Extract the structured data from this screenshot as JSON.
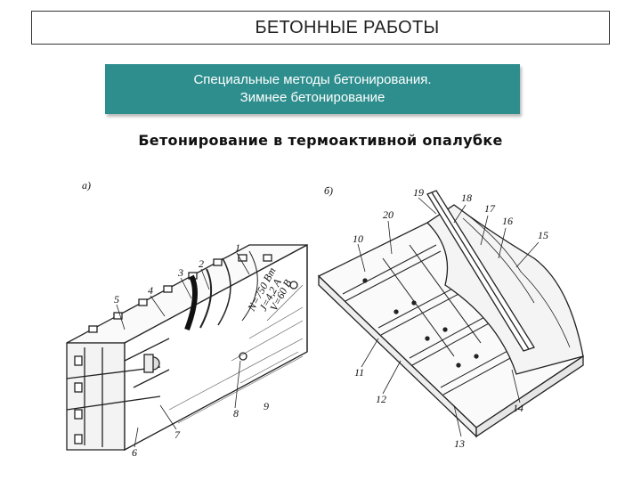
{
  "header": {
    "title": "БЕТОННЫЕ РАБОТЫ"
  },
  "banner": {
    "line1": "Специальные методы бетонирования.",
    "line2": "Зимнее  бетонирование"
  },
  "subtitle": "Бетонирование в термоактивной опалубке",
  "figure": {
    "left_panel": {
      "label": "а)",
      "specs": [
        "N=750 Вт",
        "J=4,2 А",
        "V=60 В"
      ],
      "callouts": [
        "1",
        "2",
        "3",
        "4",
        "5",
        "6",
        "7",
        "8",
        "9"
      ]
    },
    "right_panel": {
      "label": "б)",
      "callouts": [
        "10",
        "11",
        "12",
        "13",
        "14",
        "15",
        "16",
        "17",
        "18",
        "19",
        "20"
      ]
    }
  }
}
